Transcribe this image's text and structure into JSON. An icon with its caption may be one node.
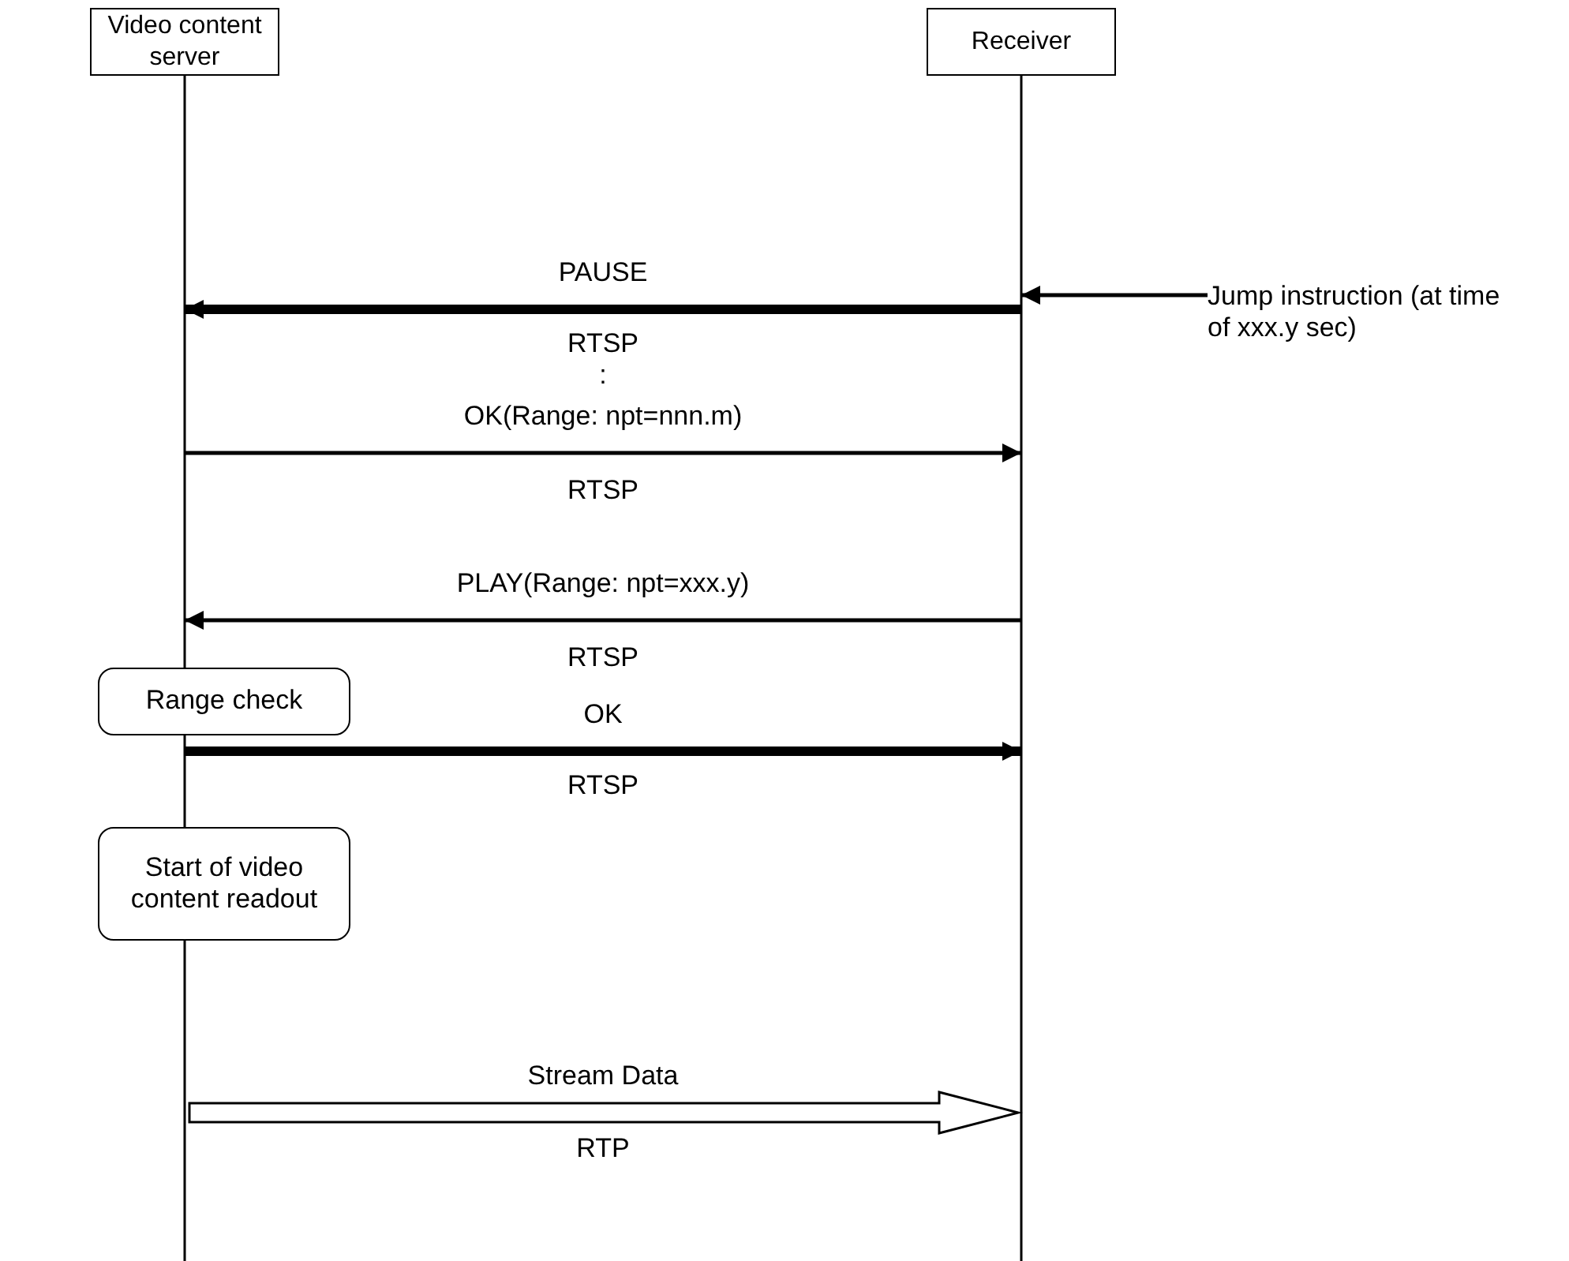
{
  "diagram": {
    "nodes": [
      {
        "text": [
          "Video content server"
        ]
      },
      {
        "text": [
          "Receiver"
        ]
      },
      {
        "text": [
          "Jump instruction (at time of xxx.y sec)"
        ]
      },
      {
        "text": [
          "Range check"
        ]
      },
      {
        "text": [
          "Start of video content readout"
        ]
      }
    ],
    "edges": [
      {
        "from": 2,
        "to": 1,
        "arrow": "to"
      },
      {
        "from": 1,
        "to": 0,
        "arrow": "to",
        "label": "PAUSE",
        "style": "thick"
      },
      {
        "from": 0,
        "to": 1,
        "arrow": "to",
        "label": "OK(Range: npt=nnn.m)"
      },
      {
        "from": 1,
        "to": 0,
        "arrow": "to",
        "label": "PLAY(Range: npt=xxx.y)"
      },
      {
        "from": 0,
        "to": 1,
        "arrow": "to",
        "label": "OK",
        "style": "thick"
      },
      {
        "from": 0,
        "to": 1,
        "arrow": "to",
        "label": "Stream Data"
      }
    ],
    "labels": [
      "RTSP",
      ":",
      "RTSP",
      "RTSP",
      "RTSP",
      "RTP"
    ]
  }
}
